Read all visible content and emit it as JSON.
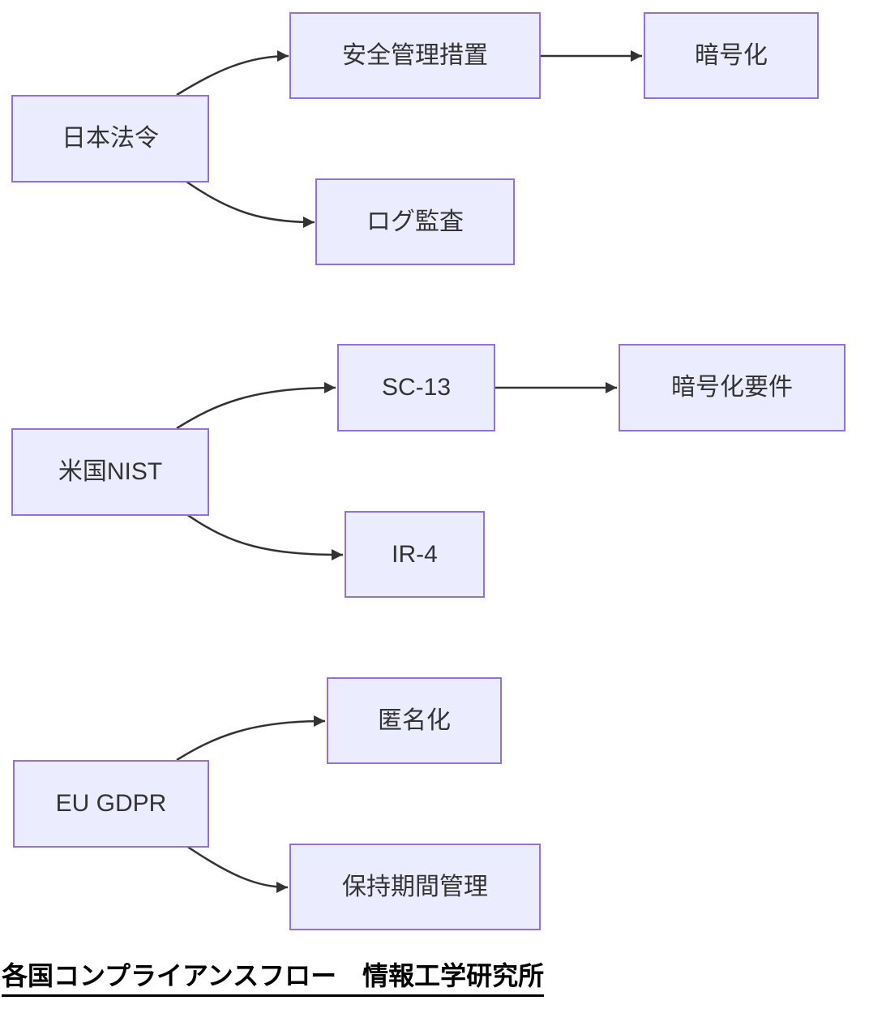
{
  "diagram": {
    "caption": "各国コンプライアンスフロー　情報工学研究所",
    "colors": {
      "background": "#FFFFFF",
      "node_fill": "#ECECFF",
      "node_border": "#9370DB",
      "node_text": "#333333",
      "edge_stroke": "#333333",
      "caption_text": "#000000"
    },
    "nodes": [
      {
        "id": "japan-law",
        "label": "日本法令"
      },
      {
        "id": "safety-measures",
        "label": "安全管理措置"
      },
      {
        "id": "encryption",
        "label": "暗号化"
      },
      {
        "id": "log-audit",
        "label": "ログ監査"
      },
      {
        "id": "us-nist",
        "label": "米国NIST"
      },
      {
        "id": "sc-13",
        "label": "SC-13"
      },
      {
        "id": "encryption-requirements",
        "label": "暗号化要件"
      },
      {
        "id": "ir-4",
        "label": "IR-4"
      },
      {
        "id": "eu-gdpr",
        "label": "EU GDPR"
      },
      {
        "id": "anonymization",
        "label": "匿名化"
      },
      {
        "id": "retention-management",
        "label": "保持期間管理"
      }
    ],
    "edges": [
      {
        "from": "日本法令",
        "to": "安全管理措置"
      },
      {
        "from": "日本法令",
        "to": "ログ監査"
      },
      {
        "from": "安全管理措置",
        "to": "暗号化"
      },
      {
        "from": "米国NIST",
        "to": "SC-13"
      },
      {
        "from": "米国NIST",
        "to": "IR-4"
      },
      {
        "from": "SC-13",
        "to": "暗号化要件"
      },
      {
        "from": "EU GDPR",
        "to": "匿名化"
      },
      {
        "from": "EU GDPR",
        "to": "保持期間管理"
      }
    ]
  }
}
